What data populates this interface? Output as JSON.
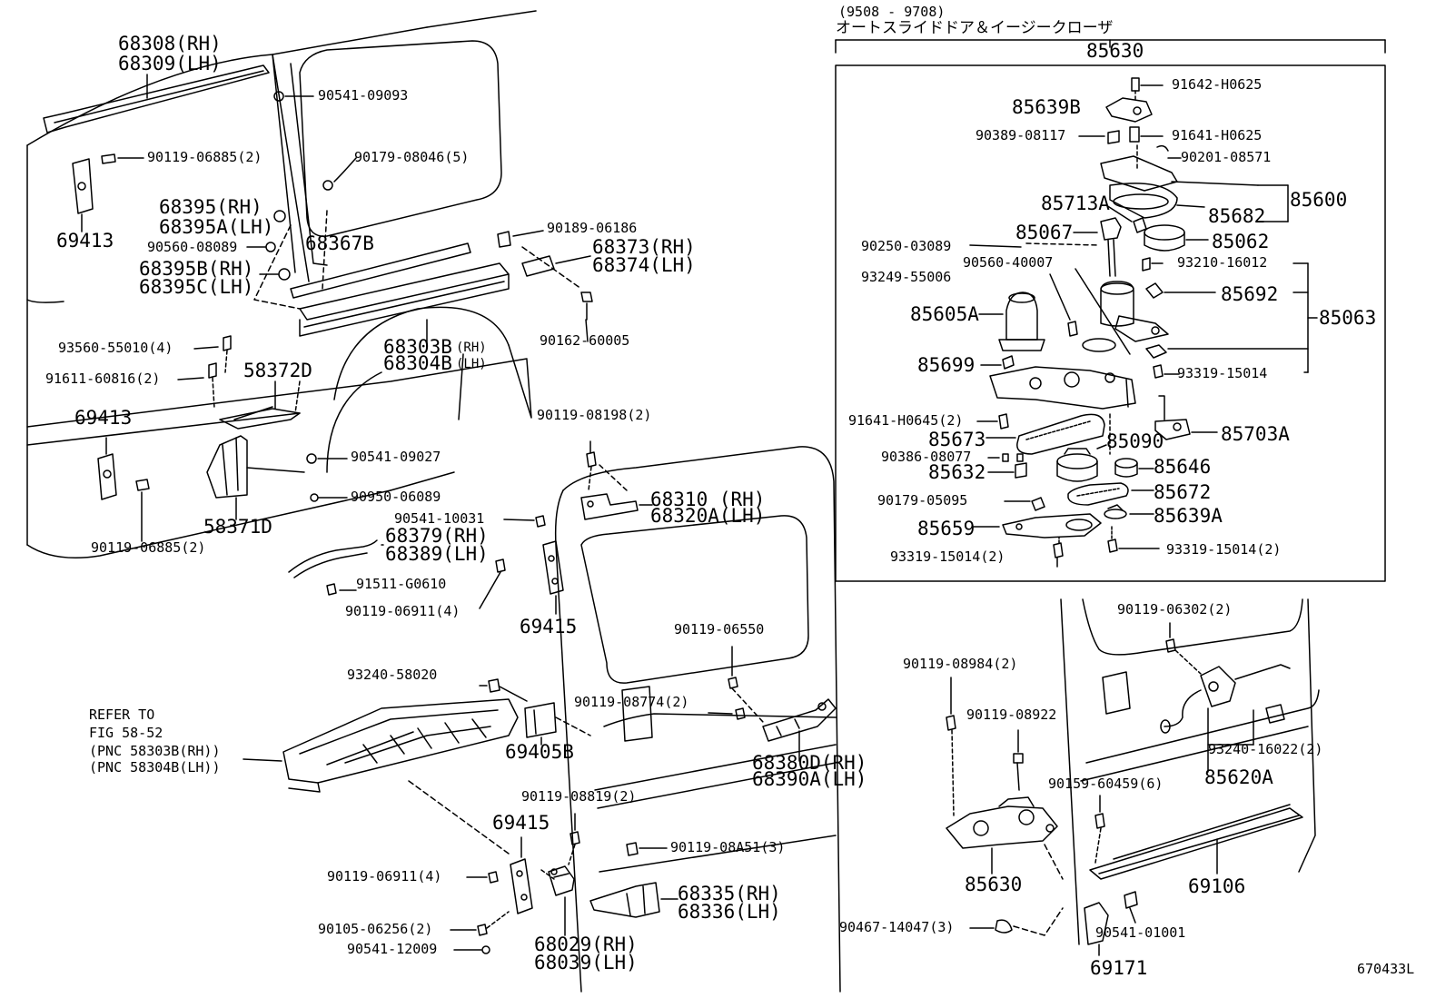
{
  "diagram": {
    "header": {
      "range": "(9508 - 9708)",
      "title": "オートスライドドア＆イージークローザ"
    },
    "figure_code": "670433L",
    "labels": [
      {
        "id": "a1",
        "text": "68308(RH)"
      },
      {
        "id": "a2",
        "text": "68309(LH)"
      },
      {
        "id": "a3",
        "text": "90541-09093"
      },
      {
        "id": "a4",
        "text": "90119-06885(2)"
      },
      {
        "id": "a5",
        "text": "90179-08046(5)"
      },
      {
        "id": "a6",
        "text": "69413"
      },
      {
        "id": "a7",
        "text": "68395(RH)"
      },
      {
        "id": "a8",
        "text": "68395A(LH)"
      },
      {
        "id": "a9",
        "text": "90560-08089"
      },
      {
        "id": "a10",
        "text": "68395B(RH)"
      },
      {
        "id": "a11",
        "text": "68395C(LH)"
      },
      {
        "id": "a12",
        "text": "68367B"
      },
      {
        "id": "a13",
        "text": "90189-06186"
      },
      {
        "id": "a14",
        "text": "68373(RH)"
      },
      {
        "id": "a15",
        "text": "68374(LH)"
      },
      {
        "id": "a16",
        "text": "68303B"
      },
      {
        "id": "a17",
        "text": "(RH)"
      },
      {
        "id": "a18",
        "text": "68304B"
      },
      {
        "id": "a19",
        "text": "(LH)"
      },
      {
        "id": "a20",
        "text": "90162-60005"
      },
      {
        "id": "a21",
        "text": "93560-55010(4)"
      },
      {
        "id": "a22",
        "text": "91611-60816(2)"
      },
      {
        "id": "a23",
        "text": "58372D"
      },
      {
        "id": "a24",
        "text": "69413"
      },
      {
        "id": "a25",
        "text": "90541-09027"
      },
      {
        "id": "a26",
        "text": "90950-06089"
      },
      {
        "id": "a27",
        "text": "58371D"
      },
      {
        "id": "a28",
        "text": "90119-06885(2)"
      },
      {
        "id": "a29",
        "text": "90119-08198(2)"
      },
      {
        "id": "a30",
        "text": "68310 (RH)"
      },
      {
        "id": "a31",
        "text": "68320A(LH)"
      },
      {
        "id": "a32",
        "text": "90541-10031"
      },
      {
        "id": "a33",
        "text": "68379(RH)"
      },
      {
        "id": "a34",
        "text": "68389(LH)"
      },
      {
        "id": "a35",
        "text": "91511-G0610"
      },
      {
        "id": "a36",
        "text": "90119-06911(4)"
      },
      {
        "id": "a37",
        "text": "69415"
      },
      {
        "id": "a38",
        "text": "90119-06550"
      },
      {
        "id": "a39",
        "text": "93240-58020"
      },
      {
        "id": "a40",
        "text": "REFER TO"
      },
      {
        "id": "a41",
        "text": "FIG 58-52"
      },
      {
        "id": "a42",
        "text": "(PNC 58303B(RH))"
      },
      {
        "id": "a43",
        "text": "(PNC 58304B(LH))"
      },
      {
        "id": "a44",
        "text": "69405B"
      },
      {
        "id": "a45",
        "text": "90119-08774(2)"
      },
      {
        "id": "a46",
        "text": "68380D(RH)"
      },
      {
        "id": "a47",
        "text": "68390A(LH)"
      },
      {
        "id": "a48",
        "text": "90119-08819(2)"
      },
      {
        "id": "a49",
        "text": "69415"
      },
      {
        "id": "a50",
        "text": "90119-08A51(3)"
      },
      {
        "id": "a51",
        "text": "90119-06911(4)"
      },
      {
        "id": "a52",
        "text": "68335(RH)"
      },
      {
        "id": "a53",
        "text": "68336(LH)"
      },
      {
        "id": "a54",
        "text": "90105-06256(2)"
      },
      {
        "id": "a55",
        "text": "90541-12009"
      },
      {
        "id": "a56",
        "text": "68029(RH)"
      },
      {
        "id": "a57",
        "text": "68039(LH)"
      },
      {
        "id": "b1",
        "text": "85630"
      },
      {
        "id": "b2",
        "text": "91642-H0625"
      },
      {
        "id": "b3",
        "text": "85639B"
      },
      {
        "id": "b4",
        "text": "90389-08117"
      },
      {
        "id": "b5",
        "text": "91641-H0625"
      },
      {
        "id": "b6",
        "text": "90201-08571"
      },
      {
        "id": "b7",
        "text": "85713A"
      },
      {
        "id": "b8",
        "text": "85600"
      },
      {
        "id": "b9",
        "text": "85682"
      },
      {
        "id": "b10",
        "text": "85067"
      },
      {
        "id": "b11",
        "text": "85062"
      },
      {
        "id": "b12",
        "text": "90250-03089"
      },
      {
        "id": "b13",
        "text": "90560-40007"
      },
      {
        "id": "b14",
        "text": "93210-16012"
      },
      {
        "id": "b15",
        "text": "93249-55006"
      },
      {
        "id": "b16",
        "text": "85692"
      },
      {
        "id": "b17",
        "text": "85605A"
      },
      {
        "id": "b18",
        "text": "85063"
      },
      {
        "id": "b19",
        "text": "85699"
      },
      {
        "id": "b20",
        "text": "93319-15014"
      },
      {
        "id": "b21",
        "text": "91641-H0645(2)"
      },
      {
        "id": "b22",
        "text": "85703A"
      },
      {
        "id": "b23",
        "text": "85673"
      },
      {
        "id": "b24",
        "text": "85090"
      },
      {
        "id": "b25",
        "text": "90386-08077"
      },
      {
        "id": "b26",
        "text": "85632"
      },
      {
        "id": "b27",
        "text": "85646"
      },
      {
        "id": "b28",
        "text": "90179-05095"
      },
      {
        "id": "b29",
        "text": "85672"
      },
      {
        "id": "b30",
        "text": "85659"
      },
      {
        "id": "b31",
        "text": "85639A"
      },
      {
        "id": "b32",
        "text": "93319-15014(2)"
      },
      {
        "id": "b33",
        "text": "93319-15014(2)"
      },
      {
        "id": "c1",
        "text": "90119-06302(2)"
      },
      {
        "id": "c2",
        "text": "90119-08984(2)"
      },
      {
        "id": "c3",
        "text": "90119-08922"
      },
      {
        "id": "c4",
        "text": "93240-16022(2)"
      },
      {
        "id": "c5",
        "text": "90159-60459(6)"
      },
      {
        "id": "c6",
        "text": "85620A"
      },
      {
        "id": "c7",
        "text": "85630"
      },
      {
        "id": "c8",
        "text": "69106"
      },
      {
        "id": "c9",
        "text": "90467-14047(3)"
      },
      {
        "id": "c10",
        "text": "90541-01001"
      },
      {
        "id": "c11",
        "text": "69171"
      }
    ]
  }
}
